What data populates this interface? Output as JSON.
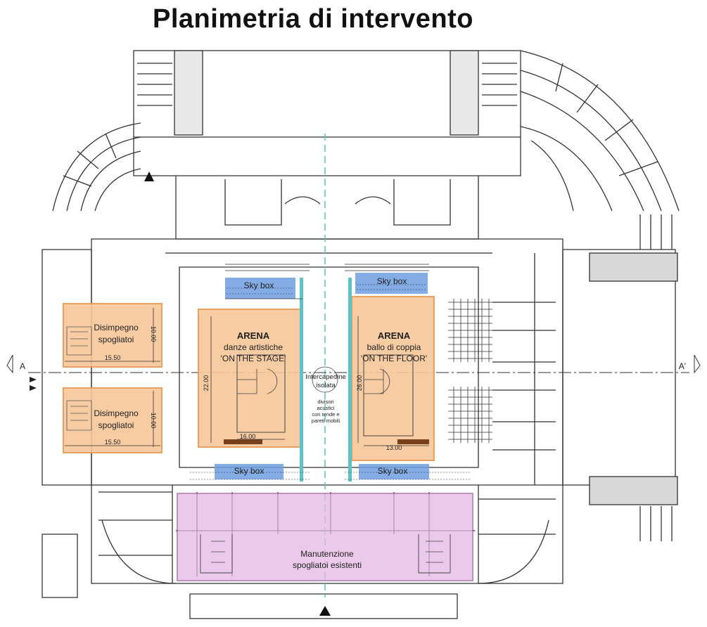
{
  "title": "Planimetria di intervento",
  "colors": {
    "orange_fill": "#f7c79a",
    "orange_stroke": "#e8974e",
    "purple_fill": "#e3b8e3",
    "purple_stroke": "#b06ab0",
    "blue_fill": "#6f9fe0",
    "teal": "#5cc4c8",
    "line": "#333333"
  },
  "section_marks": {
    "left": "A",
    "right": "A'"
  },
  "zones": {
    "disimpegno_top": {
      "line1": "Disimpegno",
      "line2": "spogliatoi",
      "dim_h": "15.50",
      "dim_v": "10.00"
    },
    "disimpegno_bottom": {
      "line1": "Disimpegno",
      "line2": "spogliatoi",
      "dim_h": "15.50",
      "dim_v": "10.00"
    },
    "arena_left": {
      "line1": "ARENA",
      "line2": "danze artistiche",
      "line3": "'ON THE STAGE'",
      "dim_v": "22.00",
      "dim_h": "16.00"
    },
    "arena_right": {
      "line1": "ARENA",
      "line2": "ballo di coppia",
      "line3": "'ON THE FLOOR'",
      "dim_v": "26.00",
      "dim_h": "13.00"
    },
    "intercapedine": {
      "line1": "Intercapedine",
      "line2": "isolata"
    },
    "divisori": {
      "line1": "divisori",
      "line2": "acustici",
      "line3": "con tende e",
      "line4": "pareti mobili"
    },
    "manutenzione": {
      "line1": "Manutenzione",
      "line2": "spogliatoi esistenti"
    }
  },
  "skyboxes": {
    "top_left": "Sky box",
    "top_right": "Sky box",
    "bottom_left": "Sky box",
    "bottom_right": "Sky box"
  }
}
